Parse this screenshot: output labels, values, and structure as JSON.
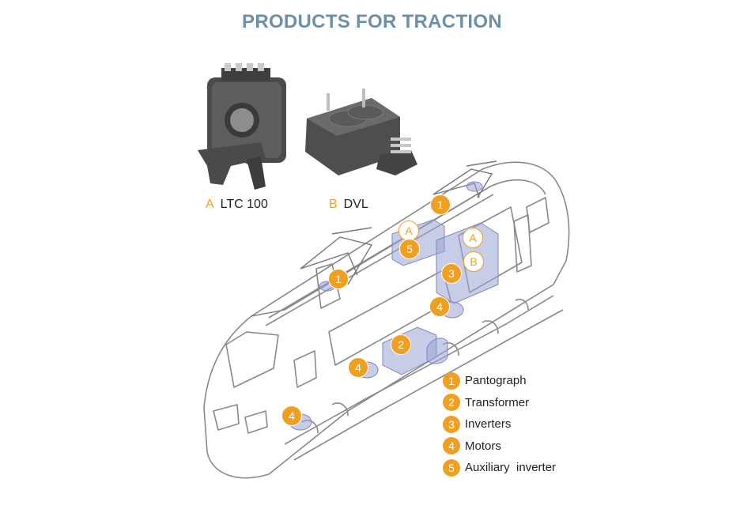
{
  "title": "PRODUCTS FOR TRACTION",
  "products": [
    {
      "letter": "A",
      "name": "LTC 100"
    },
    {
      "letter": "B",
      "name": "DVL"
    }
  ],
  "legend": [
    {
      "num": "1",
      "label": "Pantograph"
    },
    {
      "num": "2",
      "label": "Transformer"
    },
    {
      "num": "3",
      "label": "Inverters"
    },
    {
      "num": "4",
      "label": "Motors"
    },
    {
      "num": "5",
      "label": "Auxiliary  inverter"
    }
  ],
  "markers": {
    "pantograph_rear": "1",
    "pantograph_front": "1",
    "aux_inverter": "5",
    "aux_letter": "A",
    "inverter": "3",
    "inverter_letter_a": "A",
    "inverter_letter_b": "B",
    "transformer": "2",
    "motor_a": "4",
    "motor_b": "4",
    "motor_c": "4"
  },
  "colors": {
    "title": "#6d8fa8",
    "accent": "#f0a020",
    "component": "#9aa4d4"
  }
}
